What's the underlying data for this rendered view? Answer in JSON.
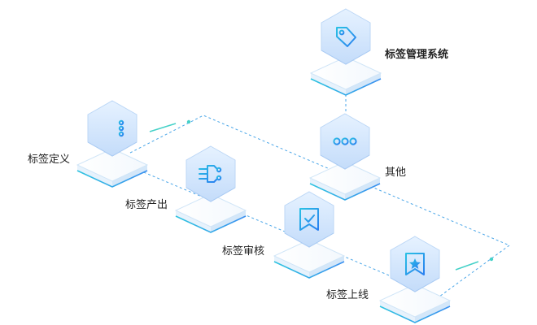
{
  "colors": {
    "hex_top": "#dcecff",
    "hex_side": "#b3d2fb",
    "icon": "#1f8fe8",
    "line": "#4aa6e8",
    "plate_edge": "#46b4ee",
    "label": "#222222"
  },
  "nodes": [
    {
      "id": "system",
      "label": "标签管理系统",
      "icon": "tag-icon",
      "bold": true
    },
    {
      "id": "other",
      "label": "其他",
      "icon": "more-dots-icon",
      "bold": false
    },
    {
      "id": "define",
      "label": "标签定义",
      "icon": "list-icon",
      "bold": false
    },
    {
      "id": "produce",
      "label": "标签产出",
      "icon": "branch-icon",
      "bold": false
    },
    {
      "id": "review",
      "label": "标签审核",
      "icon": "check-badge-icon",
      "bold": false
    },
    {
      "id": "launch",
      "label": "标签上线",
      "icon": "star-badge-icon",
      "bold": false
    }
  ]
}
